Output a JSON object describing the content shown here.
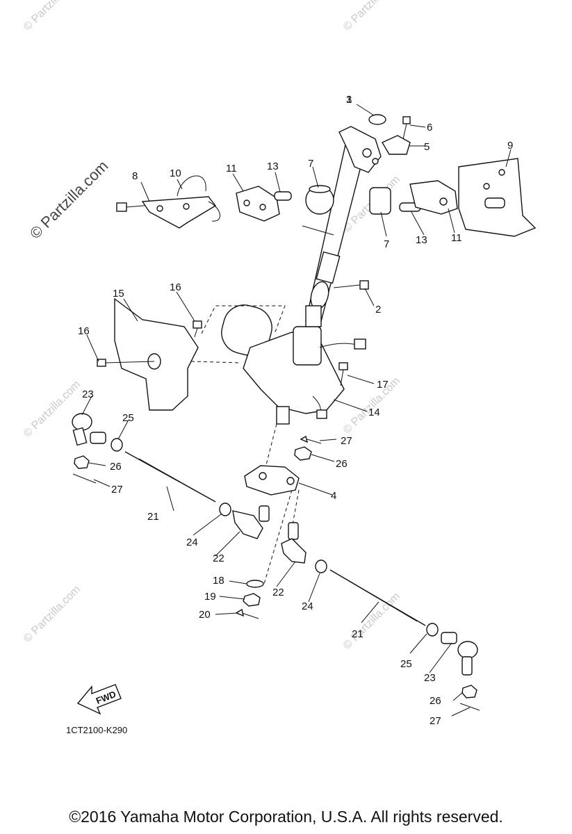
{
  "diagram": {
    "code": "1CT2100-K290",
    "fwd_label": "FWD",
    "watermark_main": "© Partzilla.com",
    "watermark_small": "© Partzilla.com",
    "callouts": [
      "1",
      "2",
      "3",
      "4",
      "5",
      "6",
      "7",
      "7",
      "8",
      "9",
      "10",
      "11",
      "11",
      "13",
      "13",
      "14",
      "15",
      "16",
      "16",
      "17",
      "18",
      "19",
      "20",
      "21",
      "21",
      "22",
      "22",
      "23",
      "23",
      "24",
      "24",
      "25",
      "25",
      "26",
      "26",
      "26",
      "27",
      "27",
      "27"
    ]
  },
  "copyright": "©2016  Yamaha Motor Corporation, U.S.A. All rights reserved."
}
